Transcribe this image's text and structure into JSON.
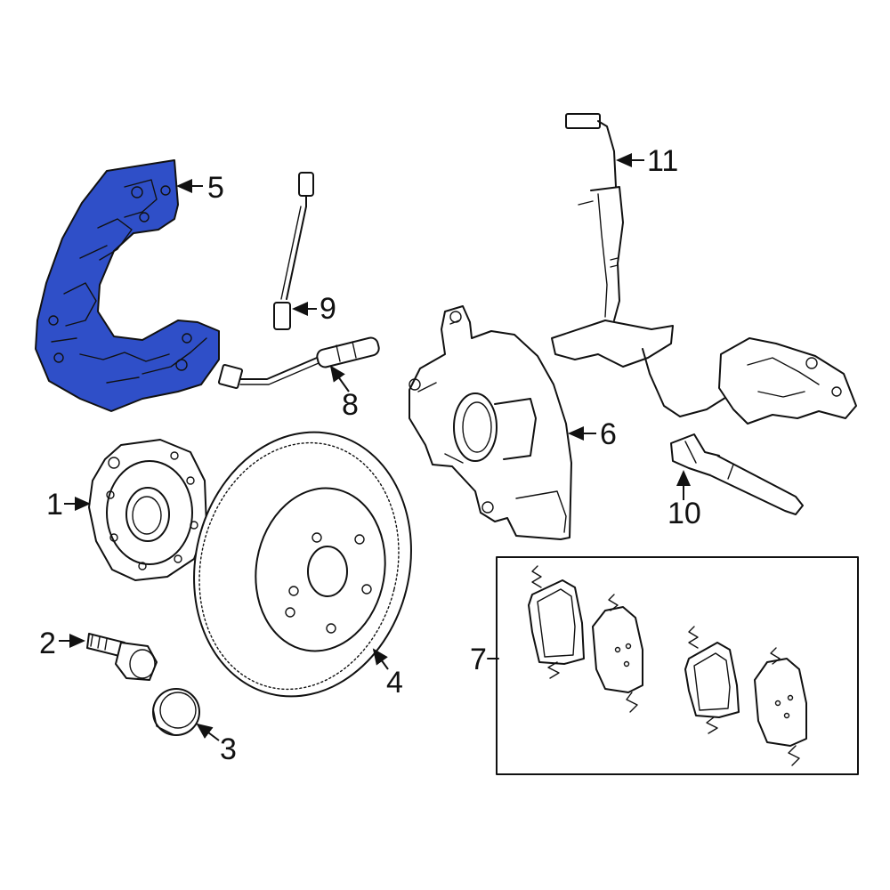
{
  "colors": {
    "highlight": "#2f4fc8",
    "line": "#111111",
    "background": "#ffffff"
  },
  "callouts": {
    "c1": "1",
    "c2": "2",
    "c3": "3",
    "c4": "4",
    "c5": "5",
    "c6": "6",
    "c7": "7",
    "c8": "8",
    "c9": "9",
    "c10": "10",
    "c11": "11"
  }
}
